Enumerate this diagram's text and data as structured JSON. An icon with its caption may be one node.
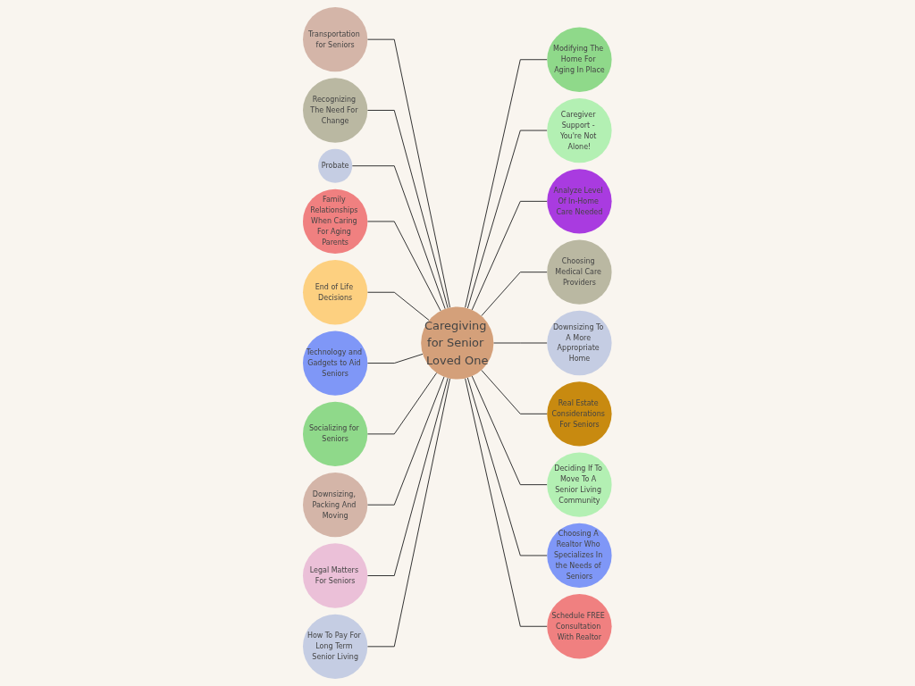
{
  "diagram": {
    "nodes": [
      {
        "text": [
          "Caregiving for Senior Loved One"
        ]
      },
      {
        "text": [
          "Modifying The Home For Aging In Place"
        ]
      },
      {
        "text": [
          "Transportation for Seniors"
        ]
      },
      {
        "text": [
          "Caregiver Support - You're Not Alone!"
        ]
      },
      {
        "text": [
          "Recognizing The Need For Change"
        ]
      },
      {
        "text": [
          "Analyze Level Of In-Home Care Needed"
        ]
      },
      {
        "text": [
          "Probate"
        ]
      },
      {
        "text": [
          "Family Relationships When Caring For Aging Parents"
        ]
      },
      {
        "text": [
          "End of Life Decisions"
        ]
      },
      {
        "text": [
          "Choosing Medical Care Providers"
        ]
      },
      {
        "text": [
          "Technology and Gadgets to Aid Seniors"
        ]
      },
      {
        "text": [
          "Downsizing To A More Appropriate Home"
        ]
      },
      {
        "text": [
          "Real Estate Considerations For Seniors"
        ]
      },
      {
        "text": [
          "Socializing for Seniors"
        ]
      },
      {
        "text": [
          "Deciding If To Move To A Senior Living Community"
        ]
      },
      {
        "text": [
          "Downsizing, Packing And Moving"
        ]
      },
      {
        "text": [
          "Choosing A Realtor Who Specializes In the Needs of Seniors"
        ]
      },
      {
        "text": [
          "Schedule FREE Consultation With Realtor"
        ]
      },
      {
        "text": [
          "Legal Matters For Seniors"
        ]
      },
      {
        "text": [
          "How To Pay For Long Term Senior Living"
        ]
      }
    ],
    "edges": [
      {
        "from": 0,
        "to": 1,
        "arrow": "none"
      },
      {
        "from": 2,
        "to": 0,
        "arrow": "none"
      },
      {
        "from": 0,
        "to": 3,
        "arrow": "none"
      },
      {
        "from": 4,
        "to": 0,
        "arrow": "none"
      },
      {
        "from": 0,
        "to": 5,
        "arrow": "none"
      },
      {
        "from": 6,
        "to": 0,
        "arrow": "none"
      },
      {
        "from": 7,
        "to": 0,
        "arrow": "none"
      },
      {
        "from": 8,
        "to": 0,
        "arrow": "none"
      },
      {
        "from": 0,
        "to": 9,
        "arrow": "none"
      },
      {
        "from": 10,
        "to": 0,
        "arrow": "none"
      },
      {
        "from": 0,
        "to": 11,
        "arrow": "none"
      },
      {
        "from": 0,
        "to": 12,
        "arrow": "none"
      },
      {
        "from": 13,
        "to": 0,
        "arrow": "none"
      },
      {
        "from": 0,
        "to": 14,
        "arrow": "none"
      },
      {
        "from": 15,
        "to": 0,
        "arrow": "none"
      },
      {
        "from": 0,
        "to": 16,
        "arrow": "none"
      },
      {
        "from": 0,
        "to": 17,
        "arrow": "none"
      },
      {
        "from": 18,
        "to": 0,
        "arrow": "none"
      },
      {
        "from": 19,
        "to": 0,
        "arrow": "none"
      }
    ]
  }
}
